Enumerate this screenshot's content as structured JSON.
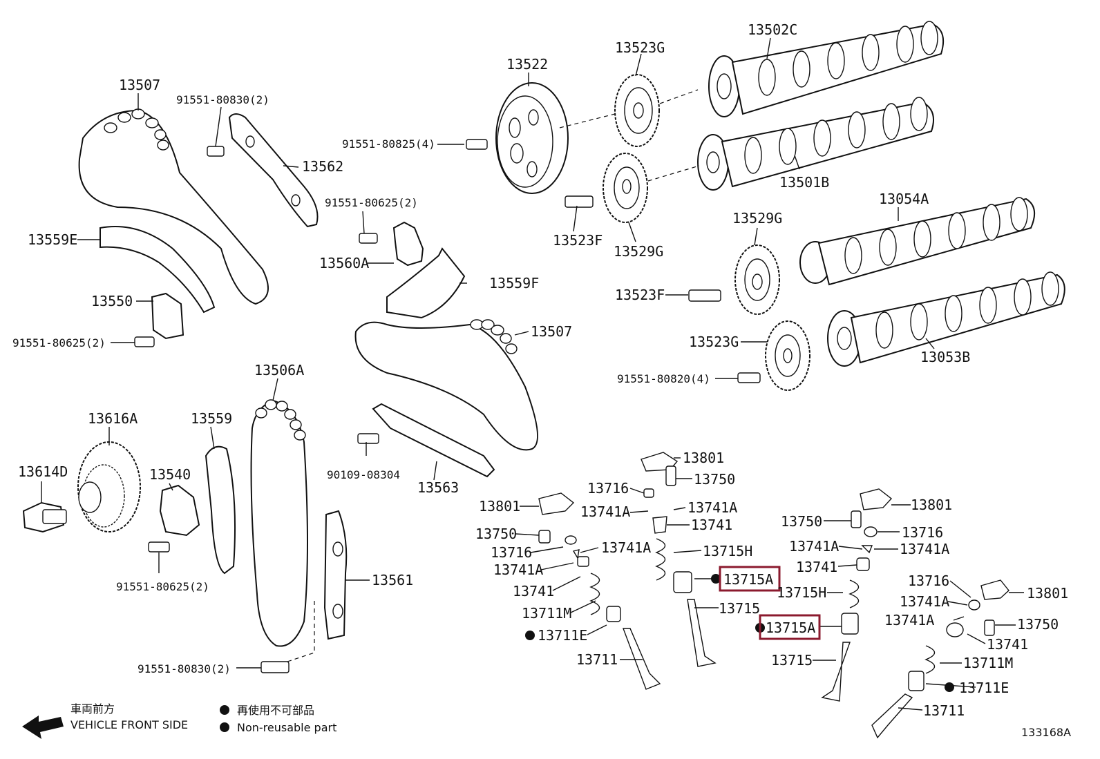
{
  "callouts": {
    "c13502C": "13502C",
    "c13523G_top": "13523G",
    "c13522": "13522",
    "c13507_top": "13507",
    "c91551_80830_top": "91551-80830(2)",
    "c91551_80825": "91551-80825(4)",
    "c13562": "13562",
    "c13501B": "13501B",
    "c91551_80625_mid": "91551-80625(2)",
    "c13054A": "13054A",
    "c13559E": "13559E",
    "c13523F_mid": "13523F",
    "c13529G_left": "13529G",
    "c13529G_right": "13529G",
    "c13560A": "13560A",
    "c13559F": "13559F",
    "c13523F_right": "13523F",
    "c13550": "13550",
    "c13507_mid": "13507",
    "c13523G_right": "13523G",
    "c91551_80625_left": "91551-80625(2)",
    "c13053B": "13053B",
    "c13506A": "13506A",
    "c91551_80820": "91551-80820(4)",
    "c13616A": "13616A",
    "c13559": "13559",
    "c90109_08304": "90109-08304",
    "c13614D": "13614D",
    "c13540": "13540",
    "c13563": "13563",
    "c13801_a": "13801",
    "c13750_a": "13750",
    "c13716_a": "13716",
    "c13741A_a": "13741A",
    "c13741A_b": "13741A",
    "c13741_a": "13741",
    "c13715H_a": "13715H",
    "c13715A_a": "13715A",
    "c13715_a": "13715",
    "c13801_b": "13801",
    "c13750_b": "13750",
    "c13716_b": "13716",
    "c13741A_c": "13741A",
    "c13741A_d": "13741A",
    "c13741_b": "13741",
    "c13711M_a": "13711M",
    "c13711E_a": "13711E",
    "c13711_a": "13711",
    "c13561": "13561",
    "c91551_80625_low": "91551-80625(2)",
    "c91551_80830_low": "91551-80830(2)",
    "c13801_c": "13801",
    "c13750_c": "13750",
    "c13716_c": "13716",
    "c13741A_e": "13741A",
    "c13741A_f": "13741A",
    "c13741_c": "13741",
    "c13715H_b": "13715H",
    "c13715A_b": "13715A",
    "c13715_b": "13715",
    "c13716_d": "13716",
    "c13801_d": "13801",
    "c13741A_g": "13741A",
    "c13741A_h": "13741A",
    "c13750_d": "13750",
    "c13741_d": "13741",
    "c13711M_b": "13711M",
    "c13711E_b": "13711E",
    "c13711_b": "13711"
  },
  "legend": {
    "front_jp": "車両前方",
    "front_en": "VEHICLE FRONT SIDE",
    "nonreuse_jp": "再使用不可部品",
    "nonreuse_en": "Non-reusable part"
  },
  "reference": "133168A",
  "colors": {
    "highlight": "#8b1a2e",
    "ink": "#111111"
  }
}
